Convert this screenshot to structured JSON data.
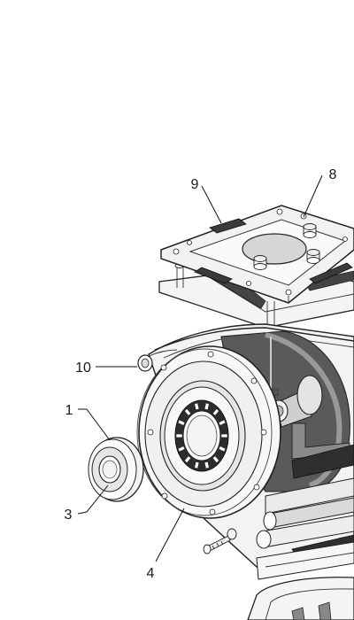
{
  "callouts": {
    "c1": "1",
    "c3": "3",
    "c4": "4",
    "c8": "8",
    "c9": "9",
    "c10": "10"
  },
  "colors": {
    "line": "#222222",
    "dark_fill": "#3a3a3a",
    "mid_fill": "#9a9a9a",
    "light_fill": "#d9d9d9",
    "pale_fill": "#efefef"
  }
}
